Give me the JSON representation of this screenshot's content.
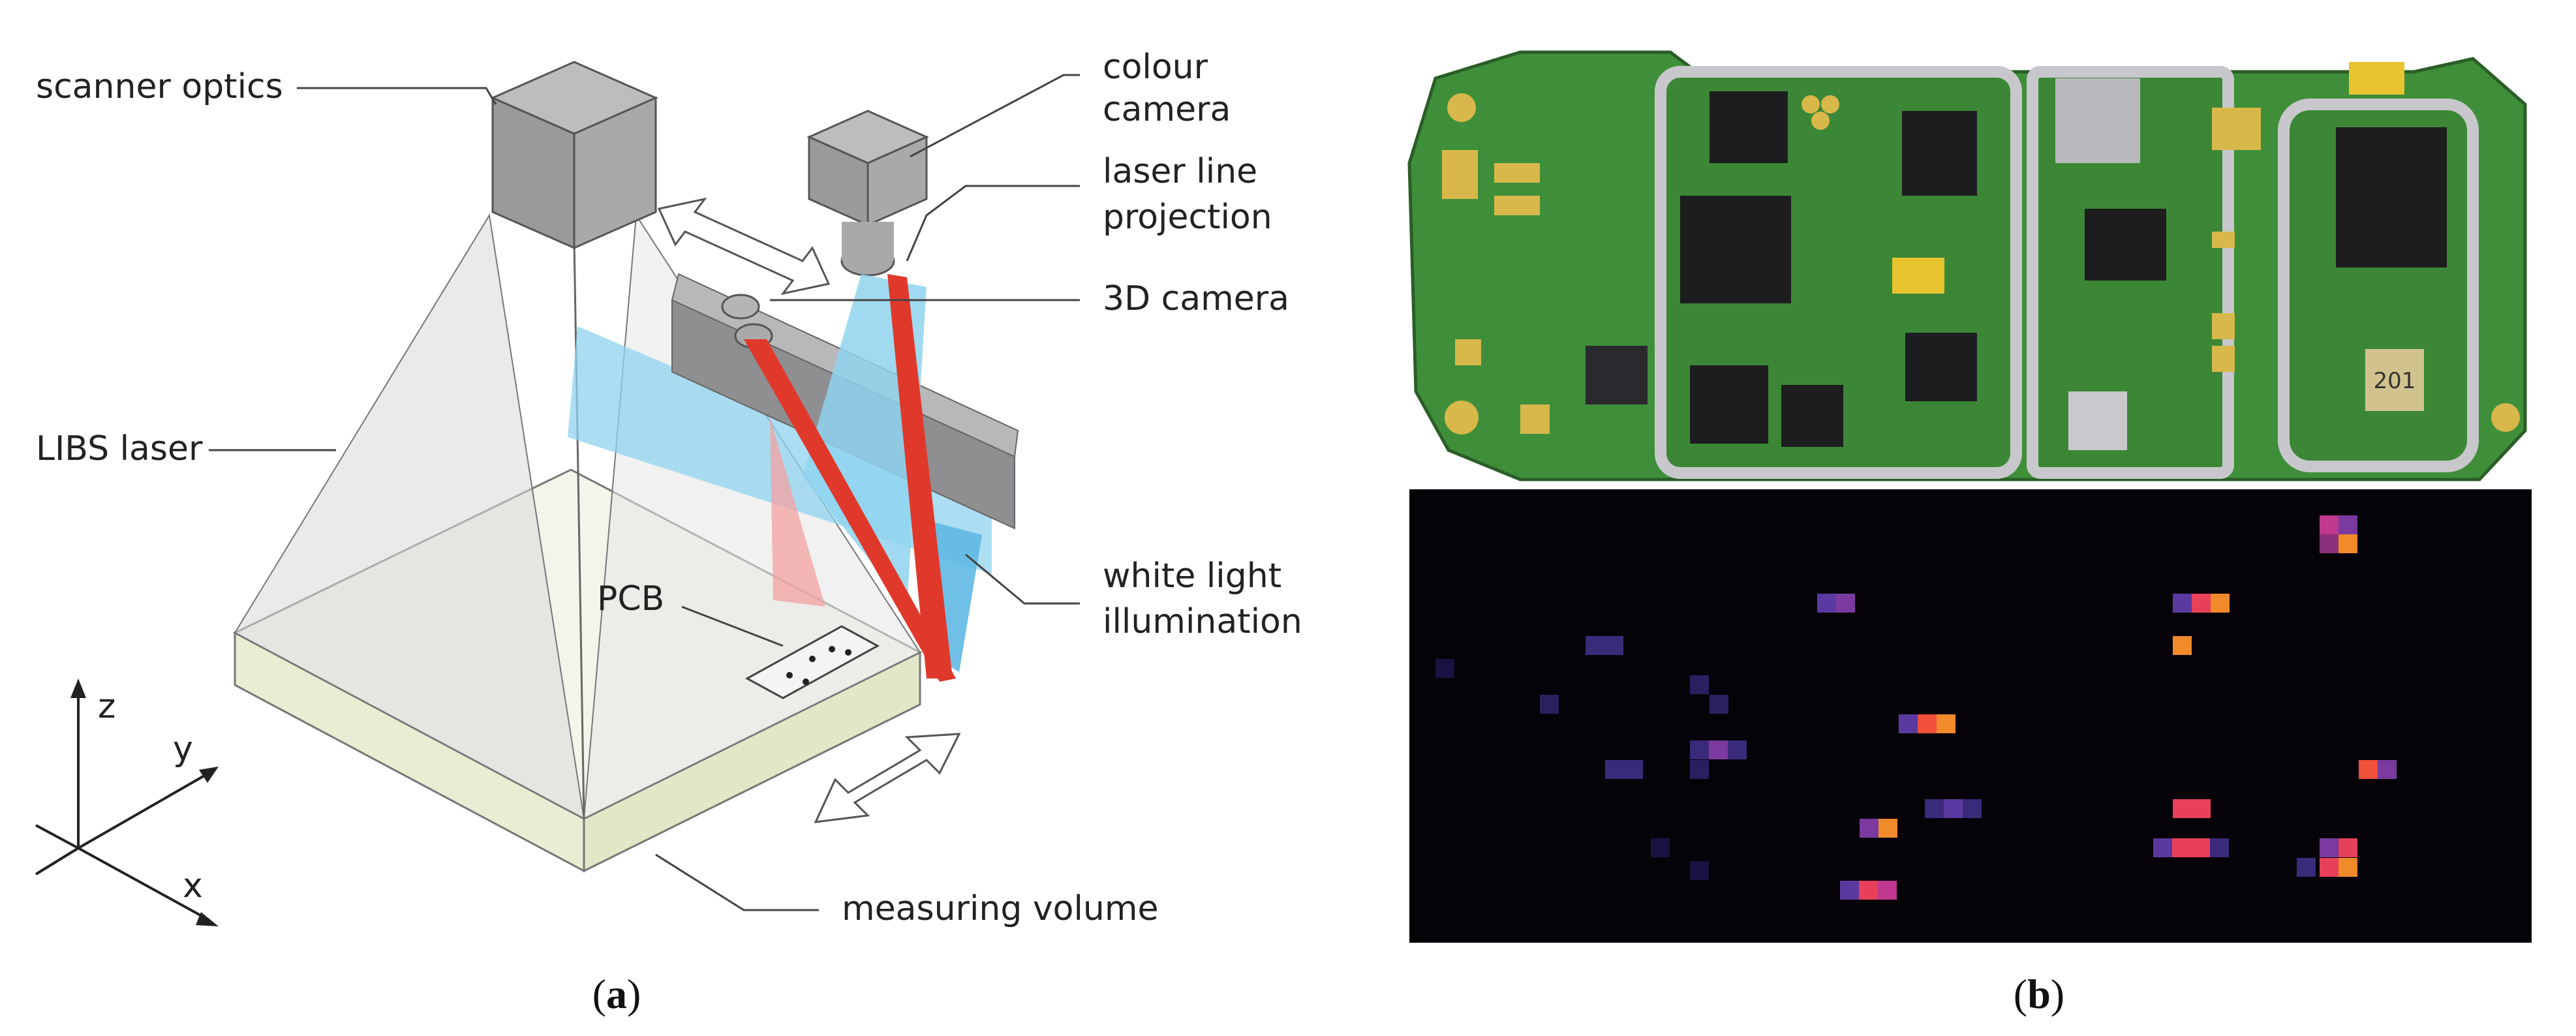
{
  "panel_a": {
    "labels": {
      "scanner_optics": "scanner optics",
      "colour_camera_1": "colour",
      "colour_camera_2": "camera",
      "laser_line_1": "laser line",
      "laser_line_2": "projection",
      "camera_3d": "3D camera",
      "libs_laser": "LIBS laser",
      "pcb": "PCB",
      "white_light_1": "white light",
      "white_light_2": "illumination",
      "measuring_volume": "measuring volume",
      "axis_z": "z",
      "axis_y": "y",
      "axis_x": "x"
    },
    "caption": {
      "open": "(",
      "letter": "a",
      "close": ")"
    },
    "colors": {
      "cube": "#a9a9ab",
      "cone": "#d6d6d8",
      "blue": "#8fd3ee",
      "red": "#e0392b",
      "base": "#eef2dc"
    }
  },
  "panel_b": {
    "pcb_chip_labels": {
      "chip_a": "201"
    },
    "caption": {
      "open": "(",
      "letter": "b",
      "close": ")"
    },
    "colors": {
      "board": "#3f8f3a",
      "heatmap_bg": "#050308"
    }
  }
}
